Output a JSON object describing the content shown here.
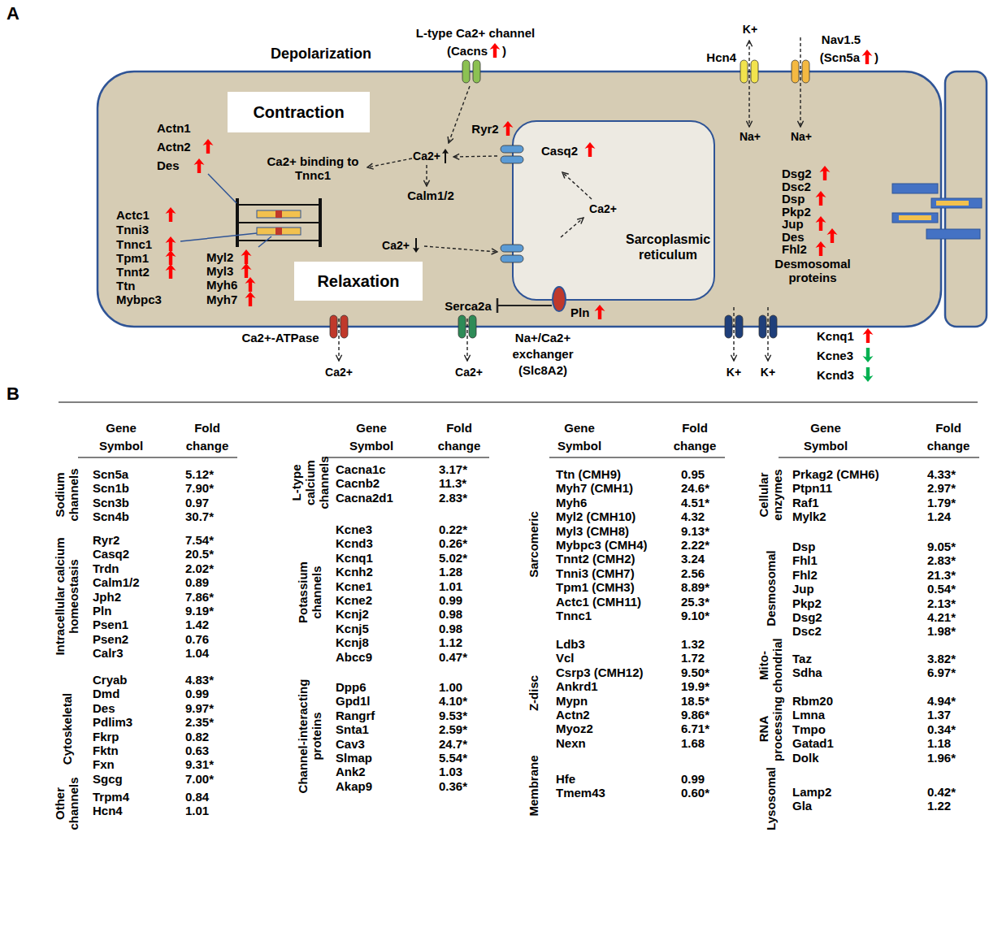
{
  "diagram": {
    "nodes": [
      {
        "text": [
          "Contraction"
        ]
      },
      {
        "text": [
          "Relaxation"
        ]
      },
      {
        "text": [
          "Sarcoplasmic reticulum"
        ]
      }
    ],
    "labels": [
      "A",
      "Depolarization",
      "L-type Ca2+ channel",
      "(Cacns",
      ")",
      "Hcn4",
      "K+",
      "Nav1.5",
      "(Scn5a",
      ")",
      "Na+",
      "Na+",
      "Actn1",
      "Actn2",
      "Des",
      "Ca2+ binding to Tnnc1",
      "Ca2+",
      "Calm1/2",
      "Ryr2",
      "Casq2",
      "Ca2+",
      "Actc1",
      "Tnni3",
      "Tnnc1",
      "Tpm1",
      "Tnnt2",
      "Ttn",
      "Mybpc3",
      "Myl2",
      "Myl3",
      "Myh6",
      "Myh7",
      "Ca2+",
      "Serca2a",
      "Pln",
      "Dsg2",
      "Dsc2",
      "Dsp",
      "Pkp2",
      "Jup",
      "Des",
      "Fhl2",
      "Desmosomal proteins",
      "Ca2+-ATPase",
      "Ca2+",
      "Ca2+",
      "Na+/Ca2+ exchanger (Slc8A2)",
      "K+",
      "K+",
      "Kcnq1",
      "Kcne3",
      "Kcnd3",
      "B",
      "Gene Symbol",
      "Fold change",
      "Sodium channels",
      "Scn5a",
      "5.12*",
      "Scn1b",
      "7.90*",
      "Scn3b",
      "0.97",
      "Scn4b",
      "30.7*",
      "Intracellular calcium homeostasis",
      "Ryr2",
      "7.54*",
      "Casq2",
      "20.5*",
      "Trdn",
      "2.02*",
      "Calm1/2",
      "0.89",
      "Jph2",
      "7.86*",
      "Pln",
      "9.19*",
      "Psen1",
      "1.42",
      "Psen2",
      "0.76",
      "Calr3",
      "1.04",
      "Cytoskeletal",
      "Cryab",
      "4.83*",
      "Dmd",
      "0.99",
      "Des",
      "9.97*",
      "Pdlim3",
      "2.35*",
      "Fkrp",
      "0.82",
      "Fktn",
      "0.63",
      "Fxn",
      "9.31*",
      "Sgcg",
      "7.00*",
      "Other channels",
      "Trpm4",
      "0.84",
      "Hcn4",
      "1.01",
      "Gene Symbol",
      "Fold change",
      "L-type calcium channels",
      "Cacna1c",
      "3.17*",
      "Cacnb2",
      "11.3*",
      "Cacna2d1",
      "2.83*",
      "Potassium channels",
      "Kcne3",
      "0.22*",
      "Kcnd3",
      "0.26*",
      "Kcnq1",
      "5.02*",
      "Kcnh2",
      "1.28",
      "Kcne1",
      "1.01",
      "Kcne2",
      "0.99",
      "Kcnj2",
      "0.98",
      "Kcnj5",
      "0.98",
      "Kcnj8",
      "1.12",
      "Abcc9",
      "0.47*",
      "Channel-interacting proteins",
      "Dpp6",
      "1.00",
      "Gpd1l",
      "4.10*",
      "Rangrf",
      "9.53*",
      "Snta1",
      "2.59*",
      "Cav3",
      "24.7*",
      "Slmap",
      "5.54*",
      "Ank2",
      "1.03",
      "Akap9",
      "0.36*",
      "Gene Symbol",
      "Fold change",
      "Sarcomeric",
      "Ttn (CMH9)",
      "0.95",
      "Myh7 (CMH1)",
      "24.6*",
      "Myh6",
      "4.51*",
      "Myl2 (CMH10)",
      "4.32",
      "Myl3 (CMH8)",
      "9.13*",
      "Mybpc3 (CMH4)",
      "2.22*",
      "Tnnt2 (CMH2)",
      "3.24",
      "Tnni3 (CMH7)",
      "2.56",
      "Tpm1 (CMH3)",
      "8.89*",
      "Actc1 (CMH11)",
      "25.3*",
      "Tnnc1",
      "9.10*",
      "Z-disc",
      "Ldb3",
      "1.32",
      "Vcl",
      "1.72",
      "Csrp3 (CMH12)",
      "9.50*",
      "Ankrd1",
      "19.9*",
      "Mypn",
      "18.5*",
      "Actn2",
      "9.86*",
      "Myoz2",
      "6.71*",
      "Nexn",
      "1.68",
      "Membrane",
      "Hfe",
      "0.99",
      "Tmem43",
      "0.60*",
      "Gene Symbol",
      "Fold change",
      "Cellular enzymes",
      "Prkag2 (CMH6)",
      "4.33*",
      "Ptpn11",
      "2.97*",
      "Raf1",
      "1.79*",
      "Mylk2",
      "1.24",
      "Desmosomal",
      "Dsp",
      "9.05*",
      "Fhl1",
      "2.83*",
      "Fhl2",
      "21.3*",
      "Jup",
      "0.54*",
      "Pkp2",
      "2.13*",
      "Dsg2",
      "4.21*",
      "Dsc2",
      "1.98*",
      "Mito- chondrial",
      "Taz",
      "3.82*",
      "Sdha",
      "6.97*",
      "RNA processing",
      "Rbm20",
      "4.94*",
      "Lmna",
      "1.37",
      "Tmpo",
      "0.34*",
      "Gatad1",
      "1.18",
      "Dolk",
      "1.96*",
      "Lysosomal",
      "Lamp2",
      "0.42*",
      "Gla",
      "1.22"
    ]
  }
}
